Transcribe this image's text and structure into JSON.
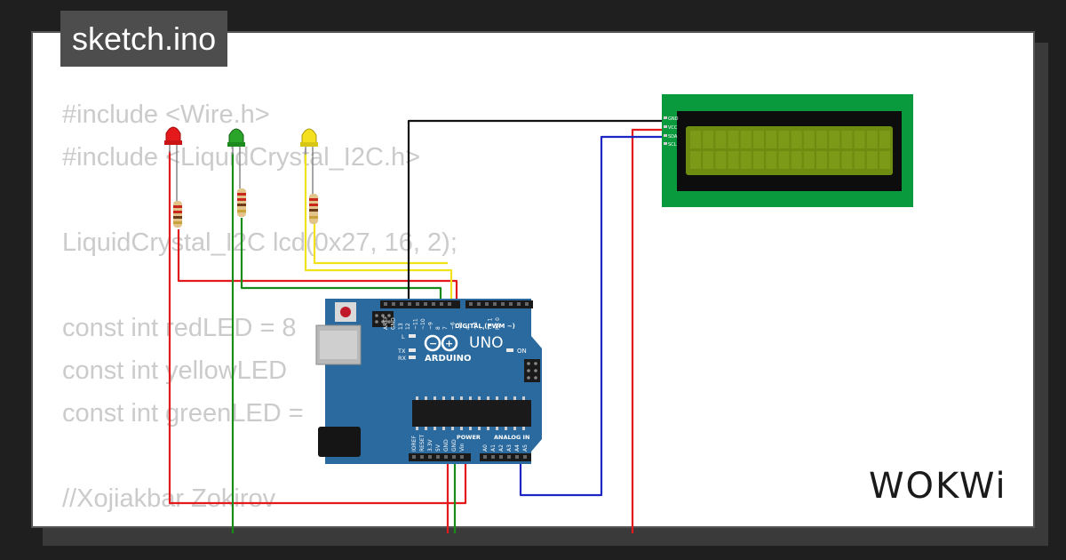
{
  "header": {
    "filename": "sketch.ino"
  },
  "editor": {
    "code_lines": [
      "#include <Wire.h>",
      "#include <LiquidCrystal_I2C.h>",
      "",
      "LiquidCrystal_I2C lcd(0x27, 16, 2);",
      "",
      "const int redLED = 8",
      "const int yellowLED",
      "const int greenLED =",
      "",
      "//Xojiakbar Zokirov"
    ]
  },
  "branding": {
    "logo_text": "WOKWi"
  },
  "board": {
    "name": "UNO",
    "brand": "ARDUINO",
    "digital_label": "DIGITAL (PWM ~)",
    "power_label": "POWER",
    "analog_label": "ANALOG IN",
    "on_label": "ON",
    "l_label": "L",
    "tx_label": "TX",
    "rx_label": "RX",
    "top_pins": [
      "AREF",
      "GND",
      "13",
      "12",
      "~11",
      "~10",
      "~9",
      "8",
      "7",
      "~6",
      "~5",
      "4",
      "~3",
      "2",
      "TX 1",
      "RX 0"
    ],
    "power_pins": [
      "IOREF",
      "RESET",
      "3.3V",
      "5V",
      "GND",
      "GND",
      "Vin"
    ],
    "analog_pins": [
      "A0",
      "A1",
      "A2",
      "A3",
      "A4",
      "A5"
    ]
  },
  "lcd": {
    "pins": [
      "GND",
      "VCC",
      "SDA",
      "SCL"
    ]
  },
  "colors": {
    "board_blue": "#2b6a9e",
    "lcd_green": "#0a9a3e",
    "lcd_screen": "#6e8c0f",
    "wire_red": "#e3191c",
    "wire_green": "#1a8a1a",
    "wire_yellow": "#f2e21a",
    "wire_blue": "#1d25c4",
    "wire_black": "#111111"
  }
}
